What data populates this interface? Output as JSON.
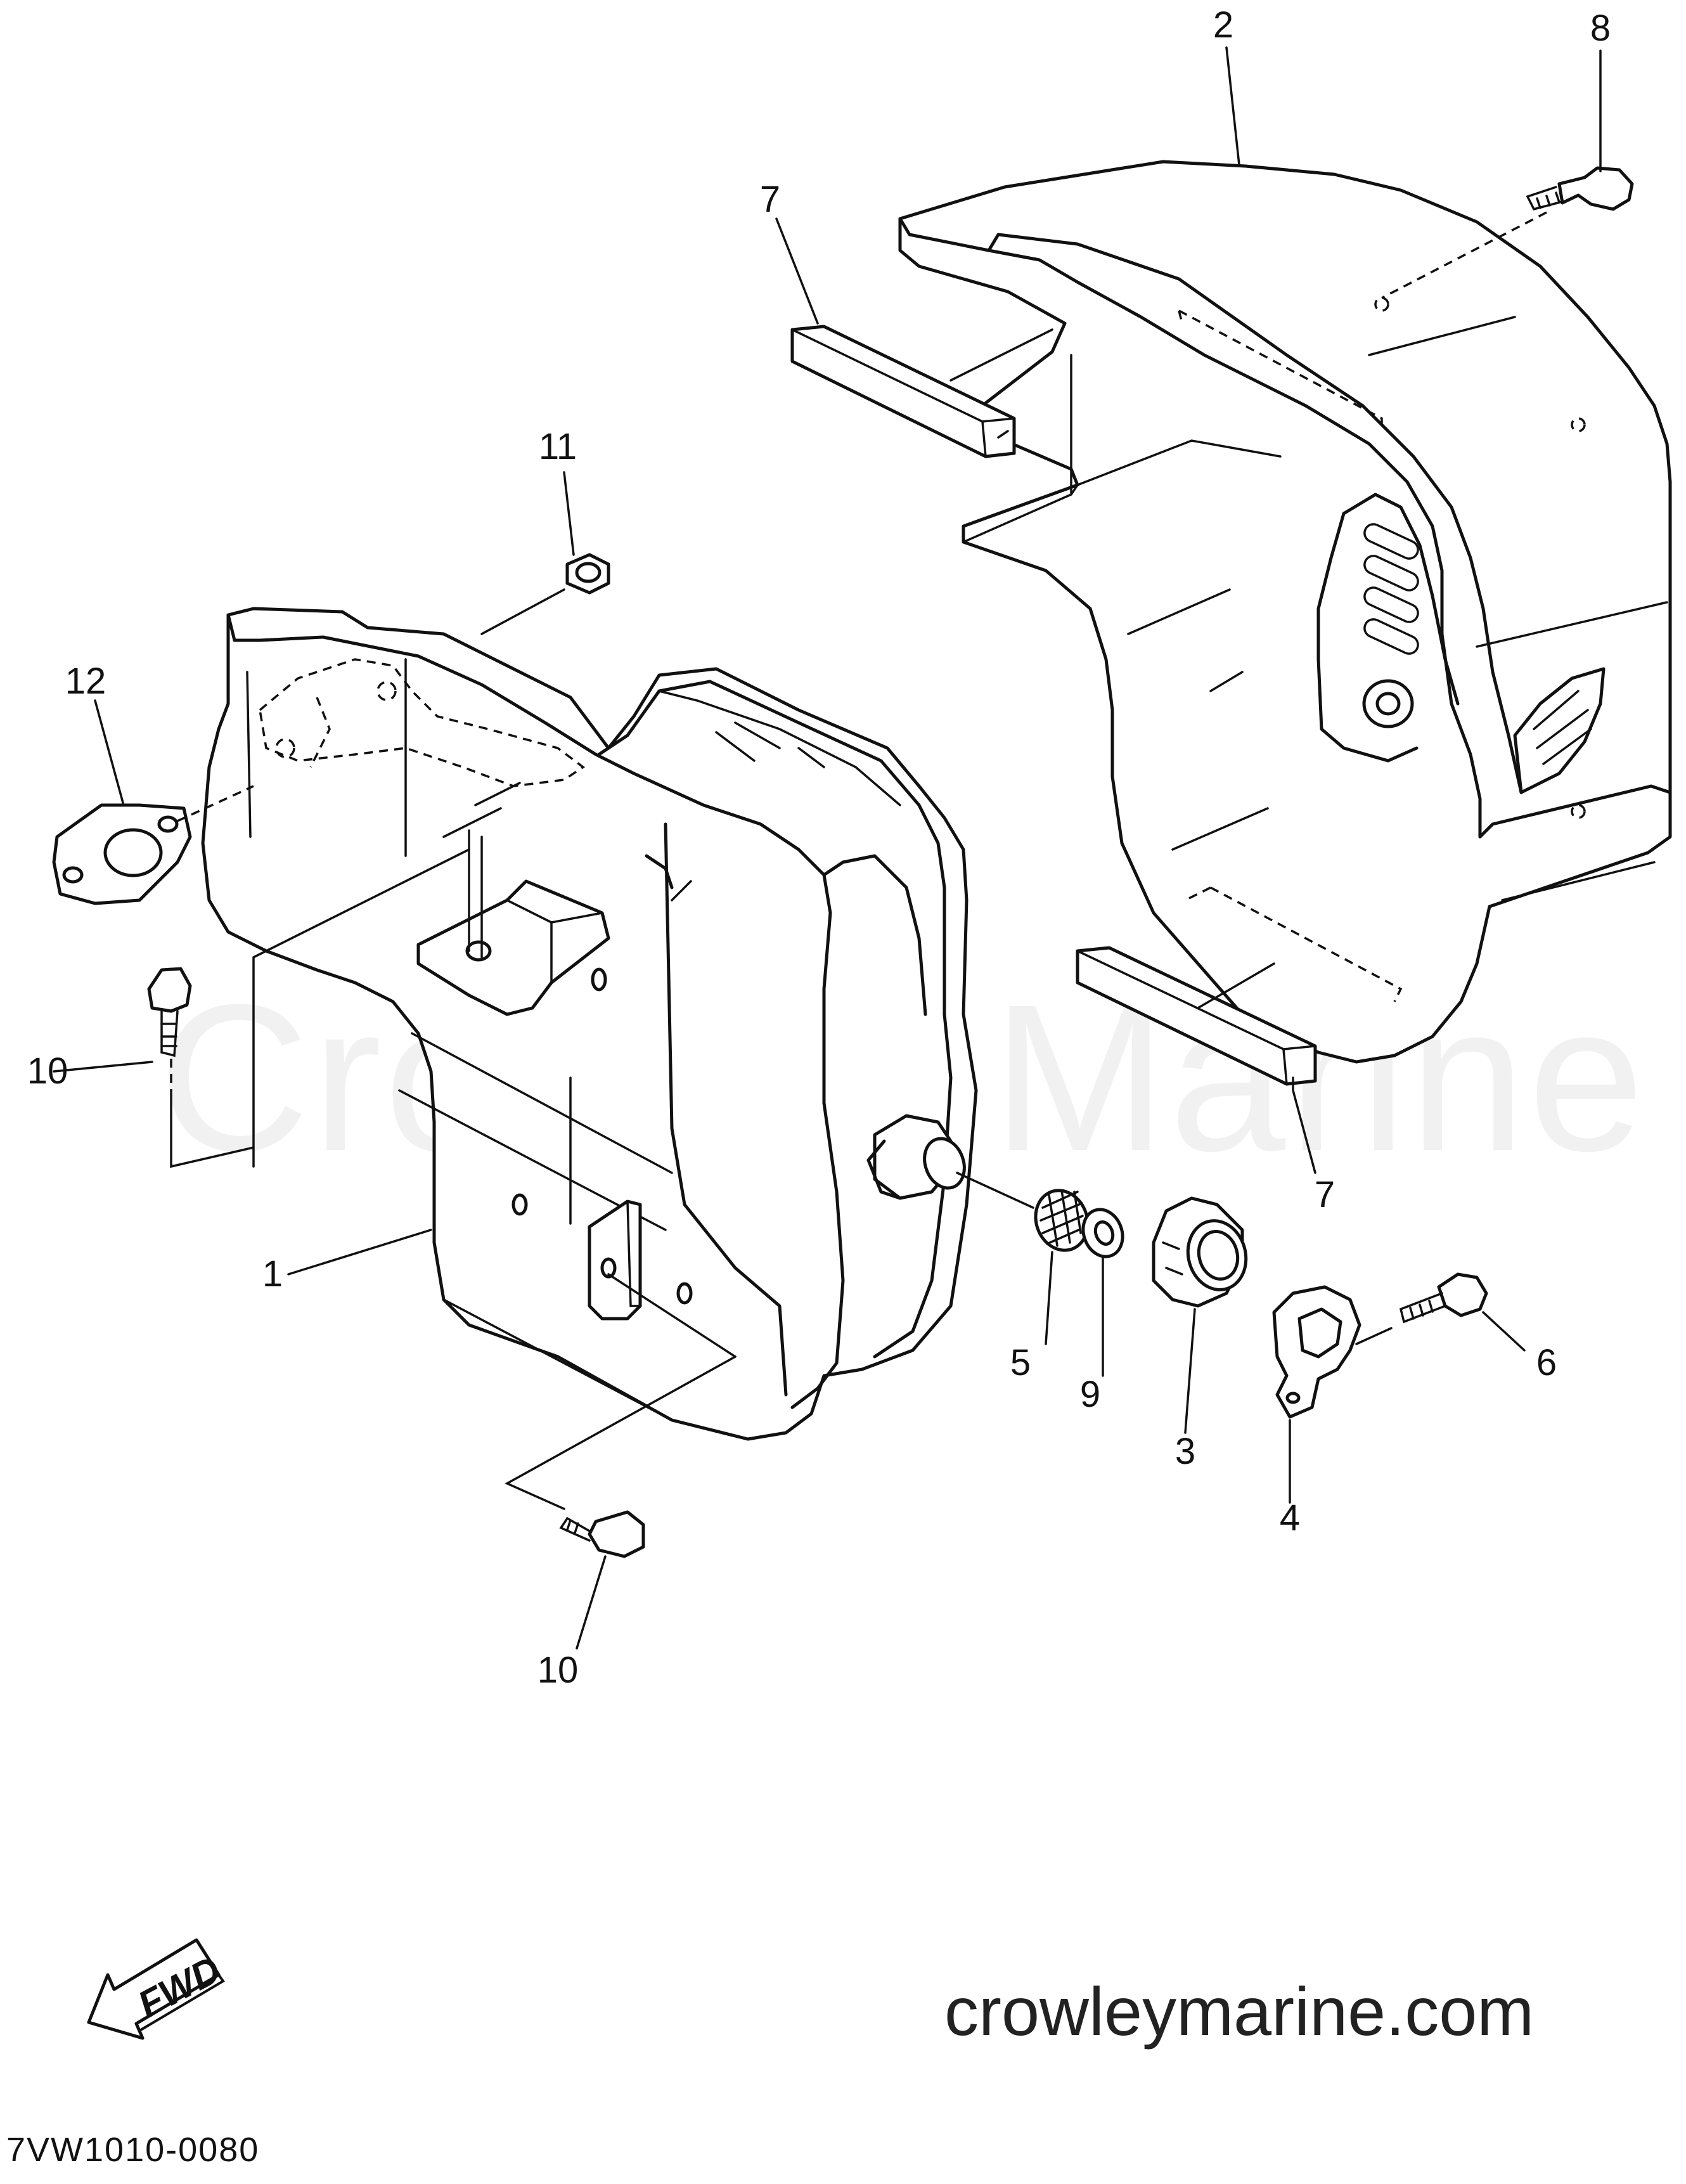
{
  "watermark": "Crowley Marine",
  "site_url": "crowleymarine.com",
  "diagram_code": "7VW1010-0080",
  "fwd_label": "FWD",
  "callouts": {
    "c1": "1",
    "c2": "2",
    "c3": "3",
    "c4": "4",
    "c5": "5",
    "c6": "6",
    "c7a": "7",
    "c7b": "7",
    "c8": "8",
    "c9": "9",
    "c10a": "10",
    "c10b": "10",
    "c11": "11",
    "c12": "12"
  }
}
